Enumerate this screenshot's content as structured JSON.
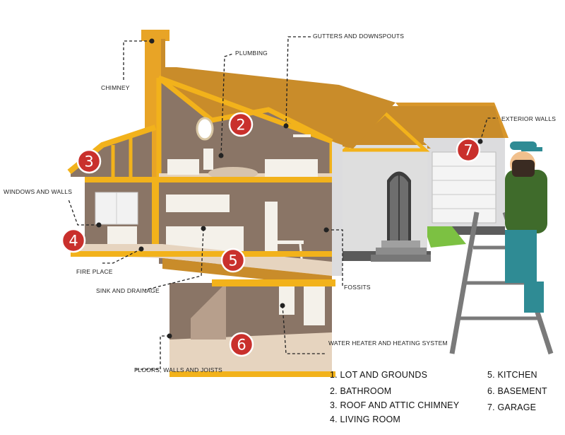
{
  "callouts": {
    "chimney": "CHIMNEY",
    "plumbing": "PLUMBING",
    "gutters": "GUTTERS AND DOWNSPOUTS",
    "exterior_walls": "EXTERIOR WALLS",
    "windows_walls": "WINDOWS AND WALLS",
    "fire_place": "FIRE PLACE",
    "sink_drainage": "SINK AND DRAINAGE",
    "fossits": "FOSSITS",
    "water_heater": "WATER HEATER AND HEATING SYSTEM",
    "floors": "FLOORS, WALLS AND JOISTS"
  },
  "badges": [
    "2",
    "3",
    "4",
    "5",
    "6",
    "7"
  ],
  "legend": [
    "1. LOT AND GROUNDS",
    "2. BATHROOM",
    "3. ROOF AND ATTIC CHIMNEY",
    "4. LIVING ROOM",
    "5. KITCHEN",
    "6. BASEMENT",
    "7. GARAGE"
  ],
  "colors": {
    "roof": "#e0a52b",
    "trim": "#f2b21b",
    "interior_wall": "#8a7566",
    "floor": "#e6d4bf",
    "badge": "#c9302c",
    "siding": "#d9d9db"
  }
}
